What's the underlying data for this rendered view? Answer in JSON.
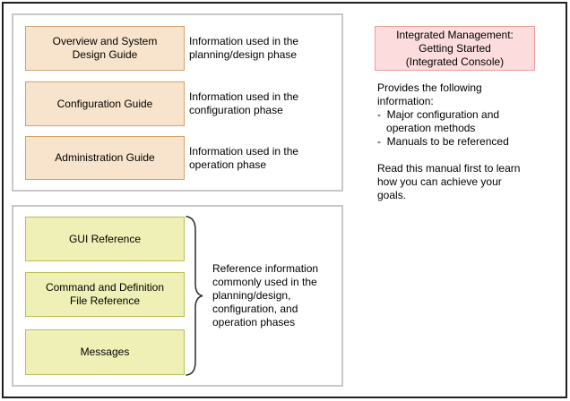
{
  "colors": {
    "guide_fill": "#f8e4cc",
    "guide_border": "#d2a16a",
    "ref_fill": "#eef0b5",
    "ref_border": "#b9bd55",
    "highlight_fill": "#fcdcdc",
    "highlight_border": "#f09c9c",
    "group_border": "#c8c8c8",
    "frame_border": "#1f1f1f"
  },
  "planning_group": {
    "boxes": [
      {
        "label": "Overview and System\nDesign Guide",
        "description": "Information used in the\nplanning/design phase"
      },
      {
        "label": "Configuration Guide",
        "description": "Information used in the\nconfiguration phase"
      },
      {
        "label": "Administration Guide",
        "description": "Information used in the\noperation phase"
      }
    ]
  },
  "reference_group": {
    "boxes": [
      {
        "label": "GUI Reference"
      },
      {
        "label": "Command and Definition\nFile Reference"
      },
      {
        "label": "Messages"
      }
    ],
    "brace_label": "Reference information\ncommonly used in the\nplanning/design,\nconfiguration, and\noperation phases"
  },
  "right_panel": {
    "title": "Integrated Management:\nGetting Started\n(Integrated Console)",
    "description": "Provides the following\ninformation:\n-  Major configuration and\n   operation methods\n-  Manuals to be referenced\n\nRead this manual first to learn\nhow you can achieve your\ngoals."
  }
}
